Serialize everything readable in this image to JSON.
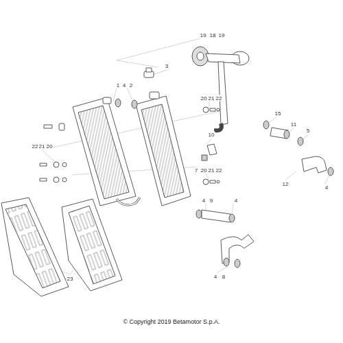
{
  "diagram": {
    "caption": "© Copyright 2019 Betamotor S.p.A.",
    "labels": [
      "19",
      "18",
      "19",
      "3",
      "1",
      "4",
      "2",
      "20",
      "21",
      "22",
      "15",
      "11",
      "10",
      "5",
      "22",
      "21",
      "20",
      "7",
      "20",
      "21",
      "22",
      "12",
      "4",
      "4",
      "9",
      "4",
      "4",
      "8",
      "23"
    ]
  }
}
